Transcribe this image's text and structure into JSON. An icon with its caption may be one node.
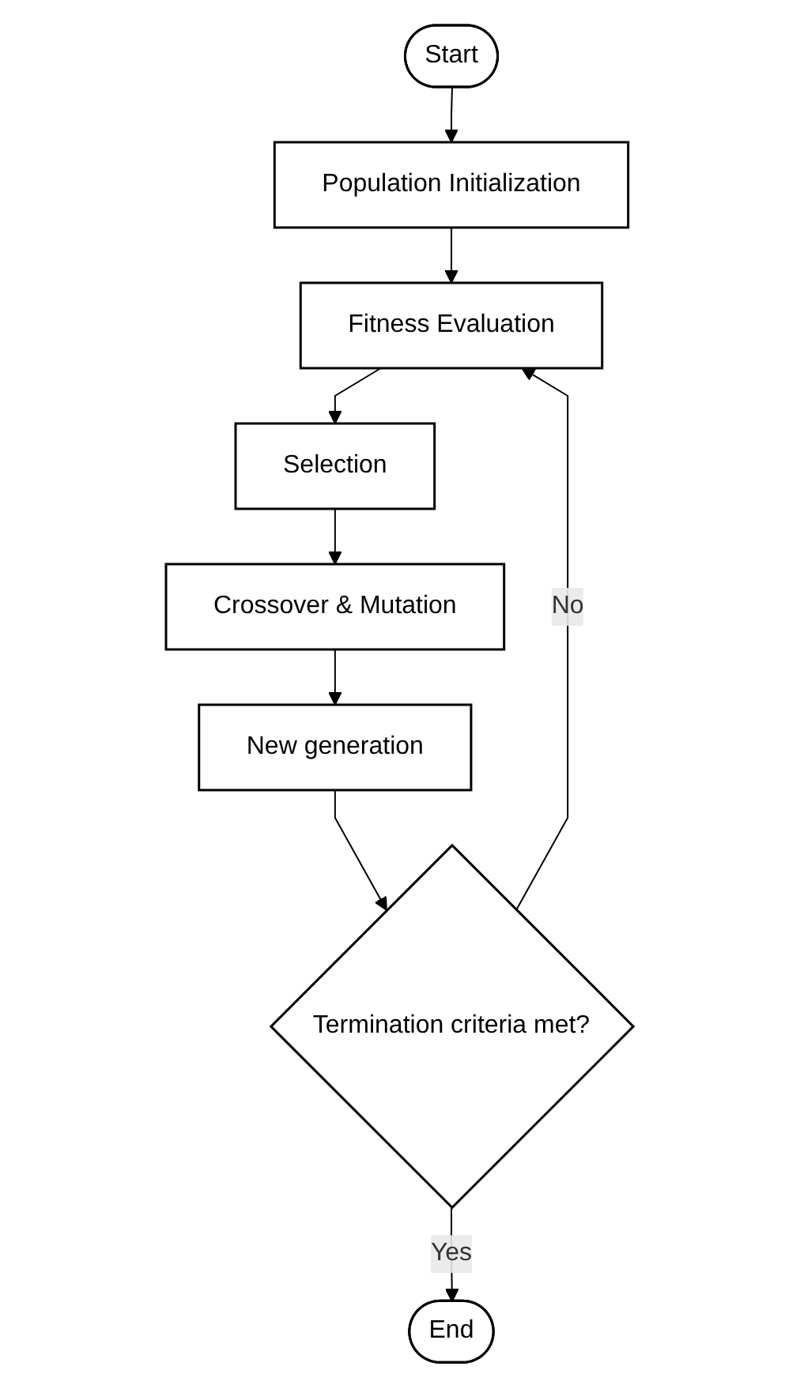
{
  "diagram": {
    "nodes": [
      {
        "text": [
          "Start"
        ]
      },
      {
        "text": [
          "Population Initialization"
        ]
      },
      {
        "text": [
          "Fitness Evaluation"
        ]
      },
      {
        "text": [
          "Selection"
        ]
      },
      {
        "text": [
          "Crossover & Mutation"
        ]
      },
      {
        "text": [
          "New generation"
        ]
      },
      {
        "text": [
          "Termination criteria met?"
        ]
      },
      {
        "text": [
          "End"
        ]
      }
    ],
    "edges": [
      {
        "from": 0,
        "to": 1,
        "arrow": "to"
      },
      {
        "from": 1,
        "to": 2,
        "arrow": "to"
      },
      {
        "from": 2,
        "to": 3,
        "arrow": "to"
      },
      {
        "from": 3,
        "to": 4,
        "arrow": "to"
      },
      {
        "from": 4,
        "to": 5,
        "arrow": "to"
      },
      {
        "from": 5,
        "to": 6,
        "arrow": "to"
      },
      {
        "from": 6,
        "to": 7,
        "label": "Yes",
        "arrow": "to"
      },
      {
        "from": 6,
        "to": 2,
        "label": "No",
        "arrow": "to"
      }
    ]
  }
}
